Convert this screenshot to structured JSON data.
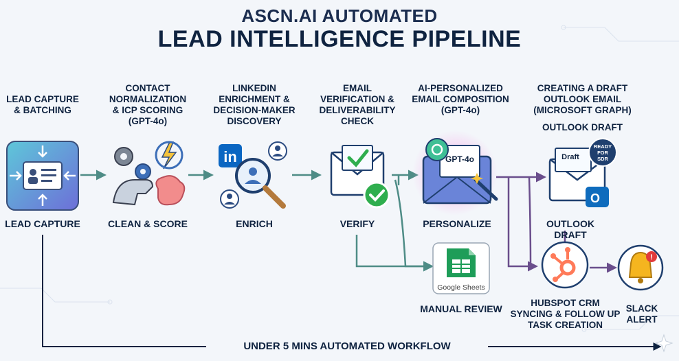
{
  "title_line1": "ASCN.AI AUTOMATED",
  "title_line2": "LEAD INTELLIGENCE PIPELINE",
  "steps": [
    {
      "header": "LEAD CAPTURE\n& BATCHING",
      "label": "LEAD CAPTURE",
      "icon": "id-card-icon"
    },
    {
      "header": "CONTACT\nNORMALIZATION\n& ICP SCORING\n(GPT-4o)",
      "label": "CLEAN & SCORE",
      "icon": "robot-brain-icon"
    },
    {
      "header": "LINKEDIN\nENRICHMENT &\nDECISION-MAKER\nDISCOVERY",
      "label": "ENRICH",
      "icon": "linkedin-search-icon"
    },
    {
      "header": "EMAIL\nVERIFICATION &\nDELIVERABILITY\nCHECK",
      "label": "VERIFY",
      "icon": "verified-envelope-icon"
    },
    {
      "header": "AI-PERSONALIZED\nEMAIL COMPOSITION\n(GPT-4o)",
      "label": "PERSONALIZE",
      "icon": "gpt-envelope-icon"
    },
    {
      "header": "CREATING A DRAFT\nOUTLOOK EMAIL\n(MICROSOFT GRAPH)",
      "sub_header": "OUTLOOK DRAFT",
      "label": "OUTLOOK DRAFT",
      "icon": "outlook-draft-icon"
    }
  ],
  "gpt_tag": "GPT-4o",
  "draft_tag": "Draft",
  "ready_badge": [
    "READY",
    "FOR",
    "SDR"
  ],
  "outlook_letter": "O",
  "linkedin_letters": "in",
  "manual_review": {
    "icon_caption": "Google Sheets",
    "label": "MANUAL REVIEW"
  },
  "hubspot": {
    "label": "HUBSPOT CRM\nSYNCING & FOLLOW UP\nTASK CREATION"
  },
  "slack": {
    "label": "SLACK\nALERT",
    "badge": "!"
  },
  "footer": "UNDER 5 MINS AUTOMATED WORKFLOW",
  "colors": {
    "navy": "#0f2340",
    "teal_arrow": "#4e8c86",
    "purple_arrow": "#6a4e8c",
    "hubspot": "#ff7a59",
    "sheets": "#1e9d58",
    "check": "#2fae4e",
    "linkedin": "#0a66c2",
    "outlook": "#0f6cbd"
  }
}
